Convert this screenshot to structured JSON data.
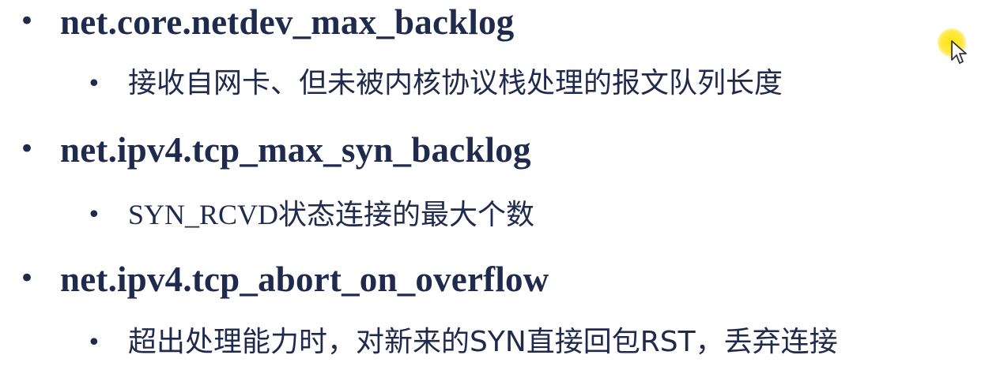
{
  "items": [
    {
      "title": "net.core.netdev_max_backlog",
      "description": "接收自网卡、但未被内核协议栈处理的报文队列长度"
    },
    {
      "title": "net.ipv4.tcp_max_syn_backlog",
      "description_latin": "SYN_RCVD",
      "description_rest": "状态连接的最大个数"
    },
    {
      "title": "net.ipv4.tcp_abort_on_overflow",
      "description": "超出处理能力时，对新来的SYN直接回包RST，丢弃连接"
    }
  ],
  "bullets": {
    "level1": "•",
    "level2": "•"
  },
  "icons": {
    "cursor": "mouse-pointer-icon"
  },
  "colors": {
    "text": "#1f2a4d",
    "cursor_highlight": "#ffe500"
  }
}
